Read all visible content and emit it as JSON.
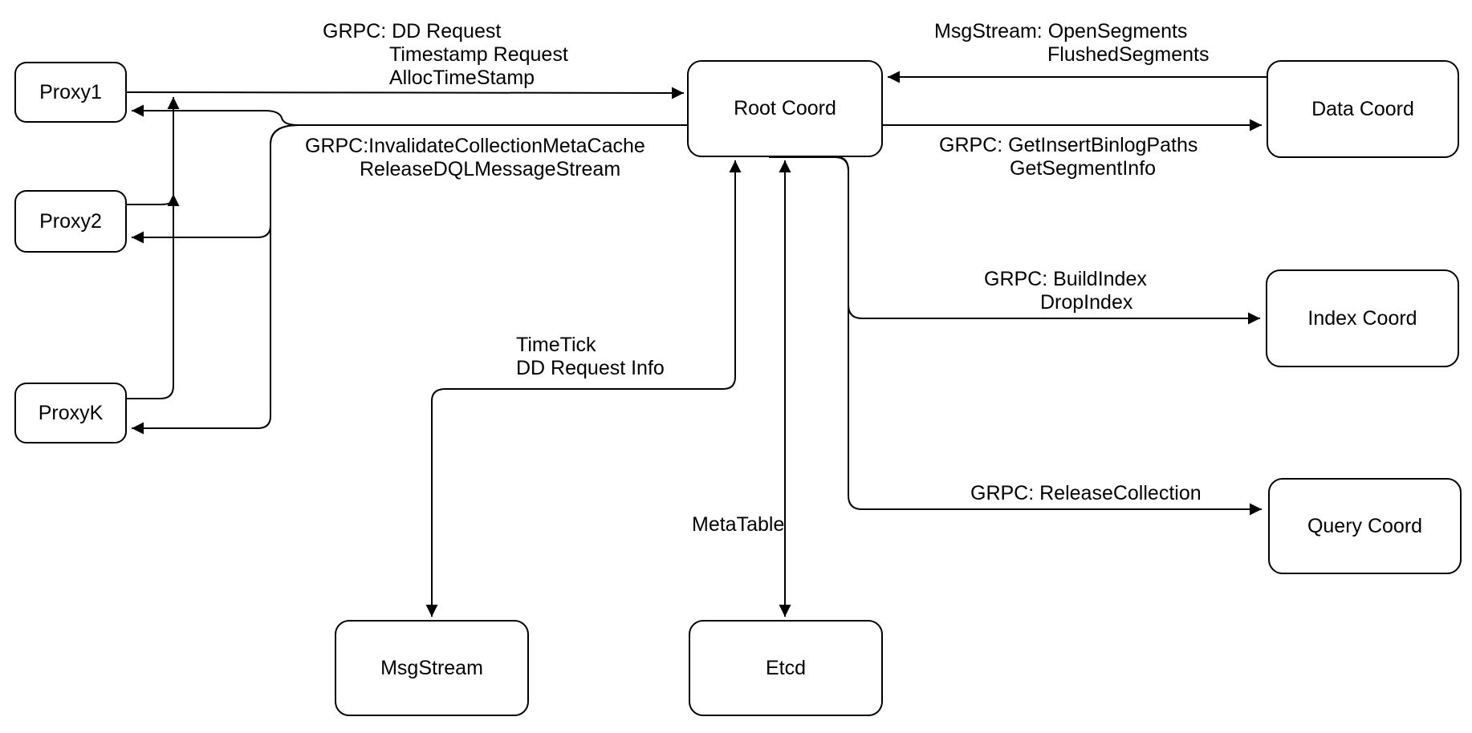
{
  "nodes": {
    "proxy1": "Proxy1",
    "proxy2": "Proxy2",
    "proxyk": "ProxyK",
    "root_coord": "Root Coord",
    "data_coord": "Data Coord",
    "index_coord": "Index Coord",
    "query_coord": "Query Coord",
    "msg_stream": "MsgStream",
    "etcd": "Etcd"
  },
  "edge_labels": {
    "proxy_to_root": [
      "GRPC: DD Request",
      "Timestamp Request",
      "AllocTimeStamp"
    ],
    "root_to_proxies": [
      "GRPC:InvalidateCollectionMetaCache",
      "ReleaseDQLMessageStream"
    ],
    "data_to_root": [
      "MsgStream: OpenSegments",
      "FlushedSegments"
    ],
    "root_to_data": [
      "GRPC: GetInsertBinlogPaths",
      "GetSegmentInfo"
    ],
    "root_to_index": [
      "GRPC: BuildIndex",
      "DropIndex"
    ],
    "root_to_query": [
      "GRPC: ReleaseCollection"
    ],
    "root_to_msgstream": [
      "TimeTick",
      "DD Request Info"
    ],
    "root_to_etcd": [
      "MetaTable"
    ]
  },
  "edges": [
    {
      "from": "Proxy1",
      "to": "Root Coord",
      "direction": "one-way"
    },
    {
      "from": "Proxy2",
      "to": "Root Coord",
      "direction": "one-way",
      "via": "merge riser"
    },
    {
      "from": "ProxyK",
      "to": "Root Coord",
      "direction": "one-way",
      "via": "merge riser"
    },
    {
      "from": "Root Coord",
      "to": "Proxy1",
      "direction": "one-way"
    },
    {
      "from": "Root Coord",
      "to": "Proxy2",
      "direction": "one-way"
    },
    {
      "from": "Root Coord",
      "to": "ProxyK",
      "direction": "one-way"
    },
    {
      "from": "Data Coord",
      "to": "Root Coord",
      "direction": "one-way"
    },
    {
      "from": "Root Coord",
      "to": "Data Coord",
      "direction": "one-way"
    },
    {
      "from": "Root Coord",
      "to": "Index Coord",
      "direction": "one-way"
    },
    {
      "from": "Root Coord",
      "to": "Query Coord",
      "direction": "one-way"
    },
    {
      "from": "Root Coord",
      "to": "MsgStream",
      "direction": "two-way"
    },
    {
      "from": "Root Coord",
      "to": "Etcd",
      "direction": "two-way"
    }
  ],
  "colors": {
    "stroke": "#000000",
    "node_fill": "#ffffff",
    "background": "#ffffff",
    "text": "#000000"
  }
}
